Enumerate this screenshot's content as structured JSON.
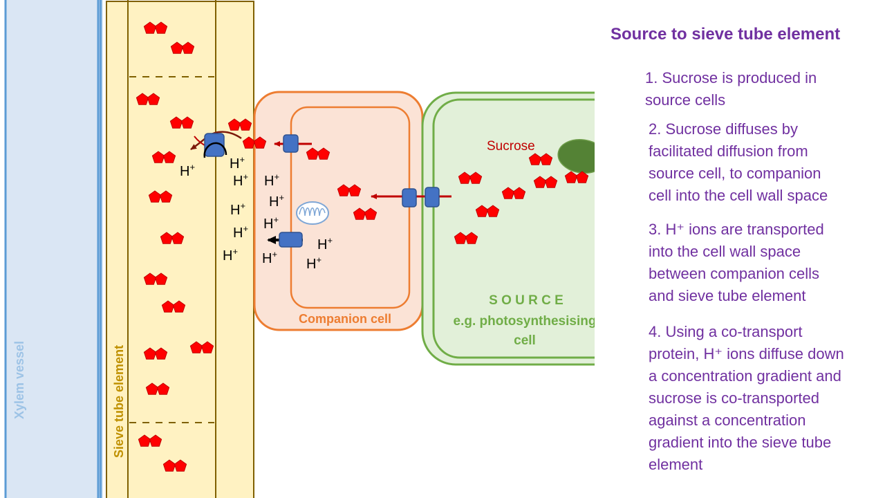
{
  "diagram": {
    "labels": {
      "xylem": "Xylem vessel",
      "sieve_tube": "Sieve tube element",
      "companion": "Companion cell",
      "source_title": "S O U R C E",
      "source_sub1": "e.g. photosynthesising",
      "source_sub2": "cell",
      "sucrose": "Sucrose",
      "h_base": "H",
      "h_sup": "+"
    },
    "colors": {
      "xylem_fill": "#dae6f4",
      "xylem_edge": "#5b9bd5",
      "sieve_fill": "#fff2c2",
      "sieve_edge": "#7f6000",
      "companion_fill": "#fbe3d6",
      "companion_edge": "#ed7d31",
      "source_fill": "#e2f0d9",
      "source_edge": "#70ad47",
      "chloroplast": "#548235",
      "protein": "#4472c4",
      "sucrose": "#ff0000",
      "arrow_red": "#c00000",
      "title_purple": "#7030a0",
      "companion_text": "#ed7d31",
      "source_text": "#70ad47",
      "xylem_text": "#9dc3e6",
      "sieve_text": "#bf9000"
    }
  },
  "panel": {
    "title": "Source to sieve tube element",
    "steps": [
      {
        "lines": [
          "1. Sucrose is produced in",
          "source cells"
        ]
      },
      {
        "lines": [
          "2. Sucrose diffuses by",
          "facilitated diffusion from",
          "source cell, to companion",
          "cell into the cell wall space"
        ]
      },
      {
        "lines": [
          "3. H⁺ ions are transported",
          "into the cell wall space",
          "between companion cells",
          "and sieve tube element"
        ]
      },
      {
        "lines": [
          "4. Using a co-transport",
          "protein, H⁺ ions diffuse down",
          "a concentration gradient and",
          "sucrose is co-transported",
          "against a concentration",
          "gradient into the sieve tube",
          "element"
        ]
      }
    ]
  }
}
